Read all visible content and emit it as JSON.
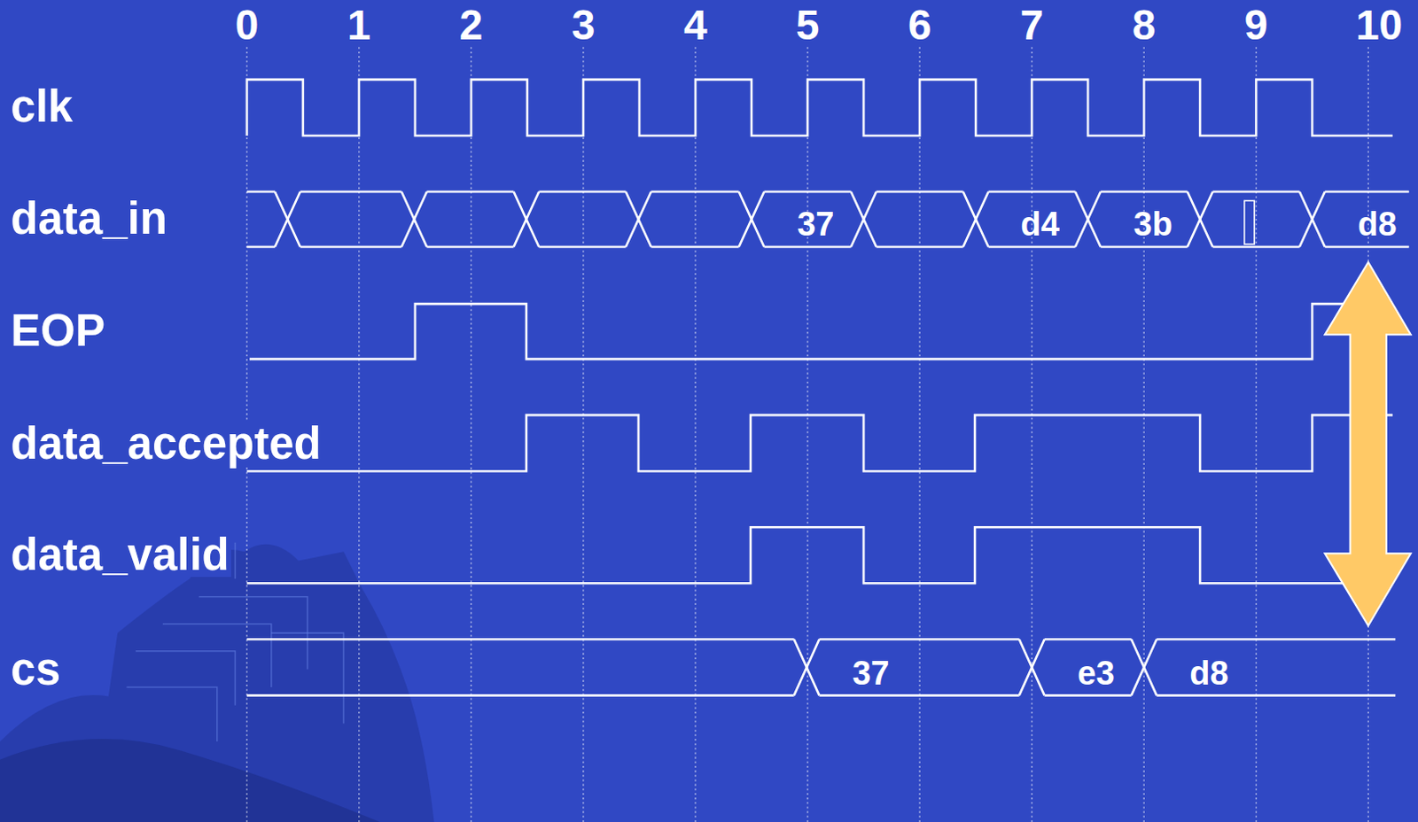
{
  "diagram": {
    "labels": [
      "0",
      "1",
      "2",
      "3",
      "4",
      "5",
      "6",
      "7",
      "8",
      "9",
      "10",
      "clk",
      "data_in",
      "EOP",
      "data_accepted",
      "data_valid",
      "cs",
      "37",
      "d4",
      "3b",
      "d8",
      "37",
      "e3",
      "d8"
    ]
  }
}
